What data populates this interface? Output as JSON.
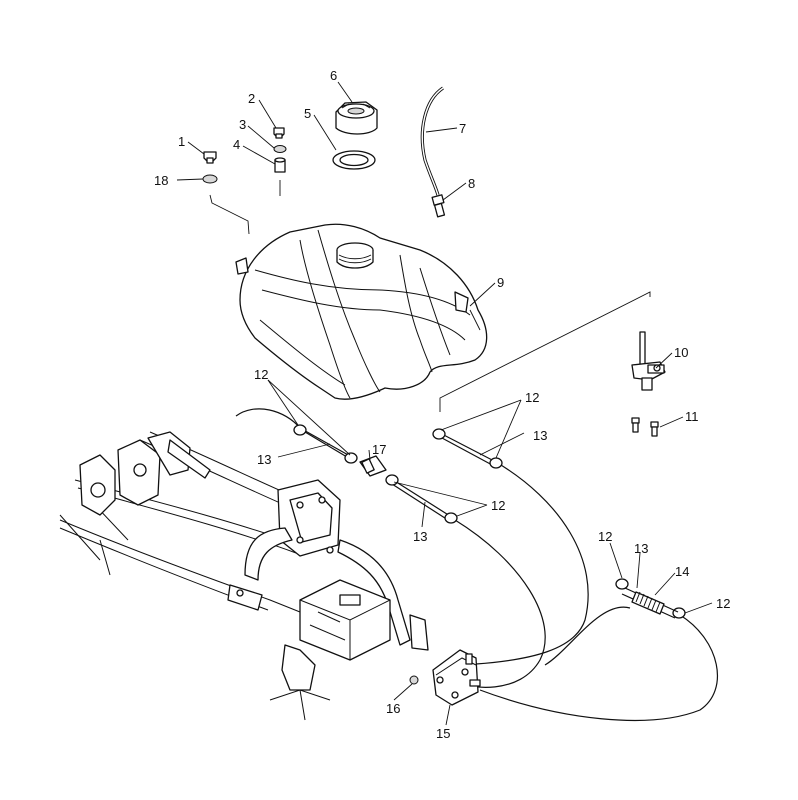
{
  "callouts": [
    {
      "id": "c1",
      "label": "1"
    },
    {
      "id": "c2",
      "label": "2"
    },
    {
      "id": "c3",
      "label": "3"
    },
    {
      "id": "c4",
      "label": "4"
    },
    {
      "id": "c5",
      "label": "5"
    },
    {
      "id": "c6",
      "label": "6"
    },
    {
      "id": "c7",
      "label": "7"
    },
    {
      "id": "c8",
      "label": "8"
    },
    {
      "id": "c9",
      "label": "9"
    },
    {
      "id": "c10",
      "label": "10"
    },
    {
      "id": "c11",
      "label": "11"
    },
    {
      "id": "c12a",
      "label": "12"
    },
    {
      "id": "c12b",
      "label": "12"
    },
    {
      "id": "c12c",
      "label": "12"
    },
    {
      "id": "c12d",
      "label": "12"
    },
    {
      "id": "c12e",
      "label": "12"
    },
    {
      "id": "c13a",
      "label": "13"
    },
    {
      "id": "c13b",
      "label": "13"
    },
    {
      "id": "c13c",
      "label": "13"
    },
    {
      "id": "c13d",
      "label": "13"
    },
    {
      "id": "c14",
      "label": "14"
    },
    {
      "id": "c15",
      "label": "15"
    },
    {
      "id": "c16",
      "label": "16"
    },
    {
      "id": "c17",
      "label": "17"
    },
    {
      "id": "c18",
      "label": "18"
    }
  ]
}
